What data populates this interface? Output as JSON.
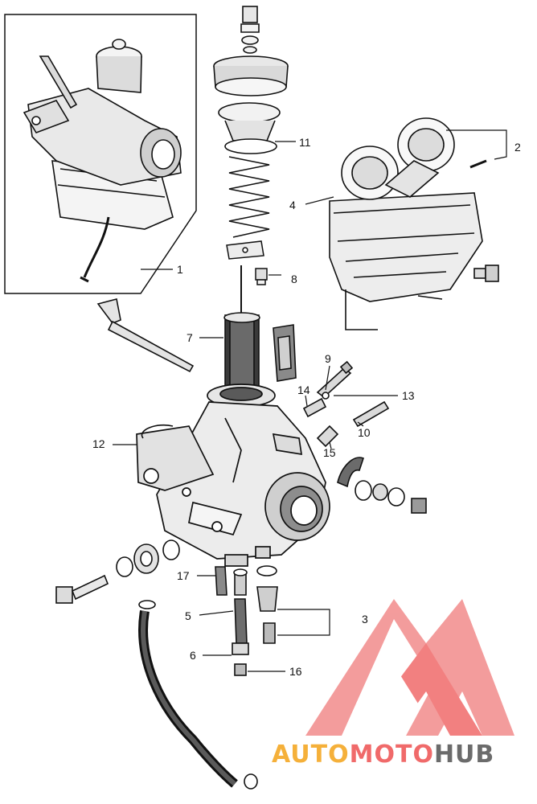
{
  "callouts": [
    {
      "id": "1",
      "text": "1"
    },
    {
      "id": "2",
      "text": "2"
    },
    {
      "id": "3",
      "text": "3"
    },
    {
      "id": "4",
      "text": "4"
    },
    {
      "id": "5",
      "text": "5"
    },
    {
      "id": "6",
      "text": "6"
    },
    {
      "id": "7",
      "text": "7"
    },
    {
      "id": "8",
      "text": "8"
    },
    {
      "id": "9",
      "text": "9"
    },
    {
      "id": "10",
      "text": "10"
    },
    {
      "id": "11",
      "text": "11"
    },
    {
      "id": "12",
      "text": "12"
    },
    {
      "id": "13",
      "text": "13"
    },
    {
      "id": "14",
      "text": "14"
    },
    {
      "id": "15",
      "text": "15"
    },
    {
      "id": "16",
      "text": "16"
    },
    {
      "id": "17",
      "text": "17"
    }
  ],
  "watermark": {
    "part1": "AUTO",
    "part2": "MOTO",
    "part3": "HUB",
    "color_primary": "#f06a6a",
    "color_secondary": "#f5b03a",
    "color_dark": "#6b6b6b"
  }
}
